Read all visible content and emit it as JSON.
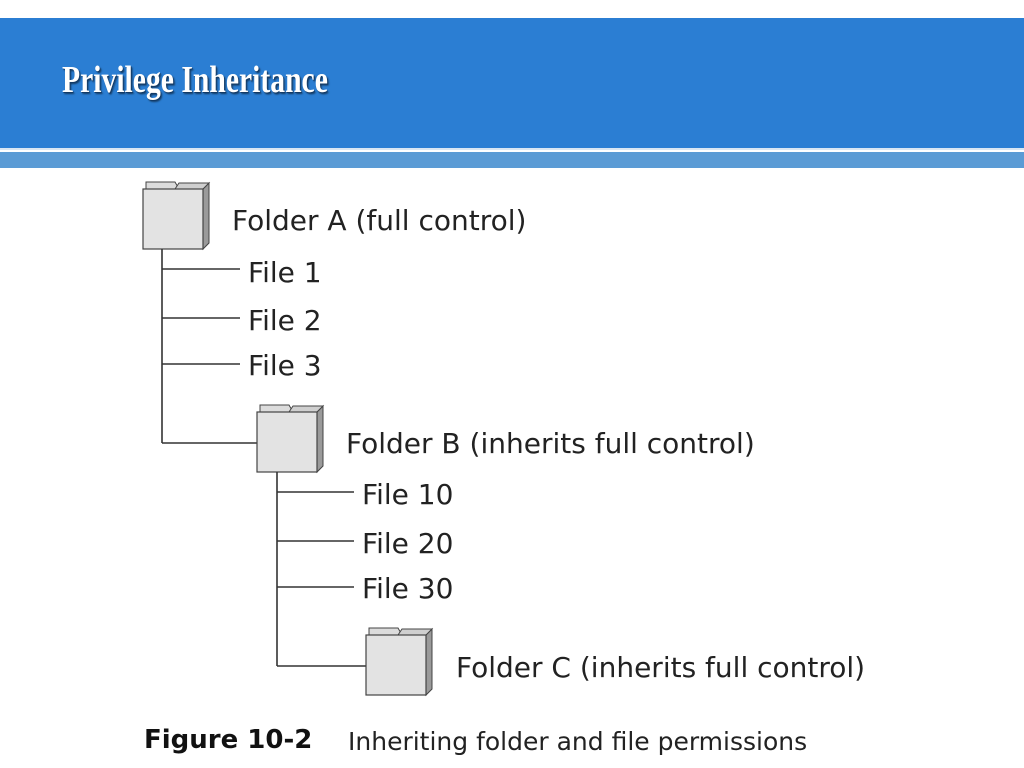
{
  "slide": {
    "title": "Privilege Inheritance"
  },
  "tree": {
    "folder_a": {
      "label": "Folder A (full control)",
      "icon": "folder-icon"
    },
    "folder_a_files": [
      "File 1",
      "File 2",
      "File 3"
    ],
    "folder_b": {
      "label": "Folder B (inherits full control)",
      "icon": "folder-icon"
    },
    "folder_b_files": [
      "File 10",
      "File 20",
      "File 30"
    ],
    "folder_c": {
      "label": "Folder C (inherits full control)",
      "icon": "folder-icon"
    }
  },
  "caption": {
    "figure": "Figure 10-2",
    "text": "Inheriting folder and file permissions"
  },
  "colors": {
    "title_bar": "#2b7ed3",
    "lower_bar": "#5b9bd5",
    "folder_front": "#e3e3e3",
    "folder_side": "#9a9a9a"
  }
}
